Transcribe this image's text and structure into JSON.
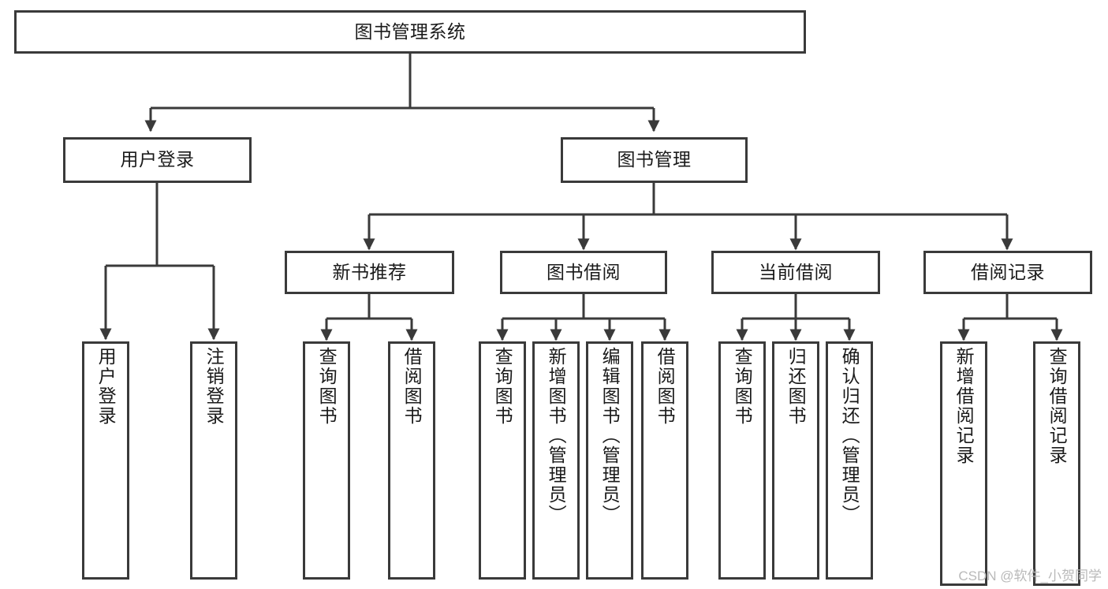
{
  "diagram": {
    "title_node": {
      "label": "图书管理系统"
    },
    "level2": [
      {
        "id": "user-login",
        "label": "用户登录"
      },
      {
        "id": "book-manage",
        "label": "图书管理"
      }
    ],
    "level3": [
      {
        "id": "new-book-recommend",
        "label": "新书推荐"
      },
      {
        "id": "book-borrow",
        "label": "图书借阅"
      },
      {
        "id": "current-borrow",
        "label": "当前借阅"
      },
      {
        "id": "borrow-record",
        "label": "借阅记录"
      }
    ],
    "leaves": [
      {
        "id": "leaf-user-login",
        "label": "用户登录",
        "parent": "user-login"
      },
      {
        "id": "leaf-logout-login",
        "label": "注销登录",
        "parent": "user-login"
      },
      {
        "id": "leaf-query-book-1",
        "label": "查询图书",
        "parent": "new-book-recommend"
      },
      {
        "id": "leaf-borrow-book-1",
        "label": "借阅图书",
        "parent": "new-book-recommend"
      },
      {
        "id": "leaf-query-book-2",
        "label": "查询图书",
        "parent": "book-borrow"
      },
      {
        "id": "leaf-add-book",
        "label": "新增图书（管理员）",
        "parent": "book-borrow"
      },
      {
        "id": "leaf-edit-book",
        "label": "编辑图书（管理员）",
        "parent": "book-borrow"
      },
      {
        "id": "leaf-borrow-book-2",
        "label": "借阅图书",
        "parent": "book-borrow"
      },
      {
        "id": "leaf-query-book-3",
        "label": "查询图书",
        "parent": "current-borrow"
      },
      {
        "id": "leaf-return-book",
        "label": "归还图书",
        "parent": "current-borrow"
      },
      {
        "id": "leaf-confirm-return",
        "label": "确认归还（管理员）",
        "parent": "current-borrow"
      },
      {
        "id": "leaf-add-record",
        "label": "新增借阅记录",
        "parent": "borrow-record"
      },
      {
        "id": "leaf-query-record",
        "label": "查询借阅记录",
        "parent": "borrow-record"
      }
    ],
    "watermark": "CSDN @软件_小贺同学",
    "colors": {
      "stroke": "#3a3a3a",
      "fill": "#ffffff",
      "text": "#1a1a1a",
      "watermark": "#b9b9b9"
    }
  }
}
